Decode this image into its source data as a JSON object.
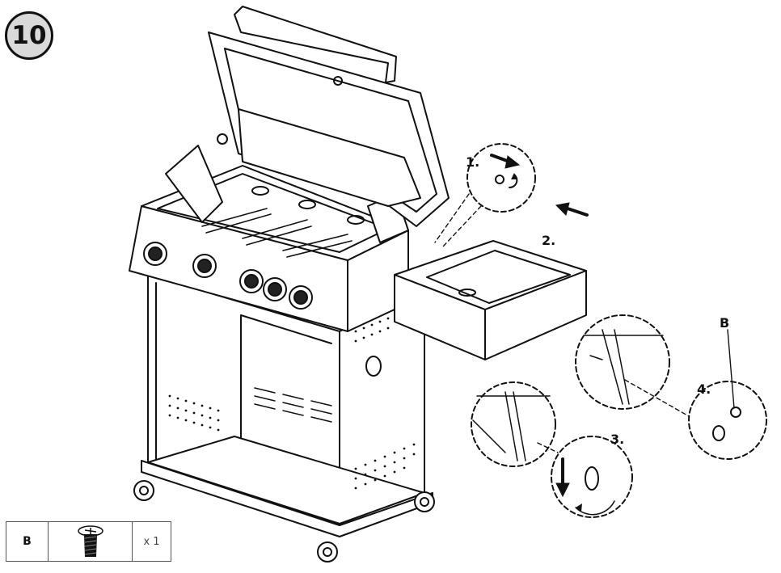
{
  "step_number": "10",
  "callouts": {
    "step1": "1.",
    "step2": "2.",
    "step3": "3.",
    "step4": "4.",
    "part_callout": "B"
  },
  "parts_table": {
    "part_letter": "B",
    "part_icon": "screw-icon",
    "quantity": "x 1"
  }
}
